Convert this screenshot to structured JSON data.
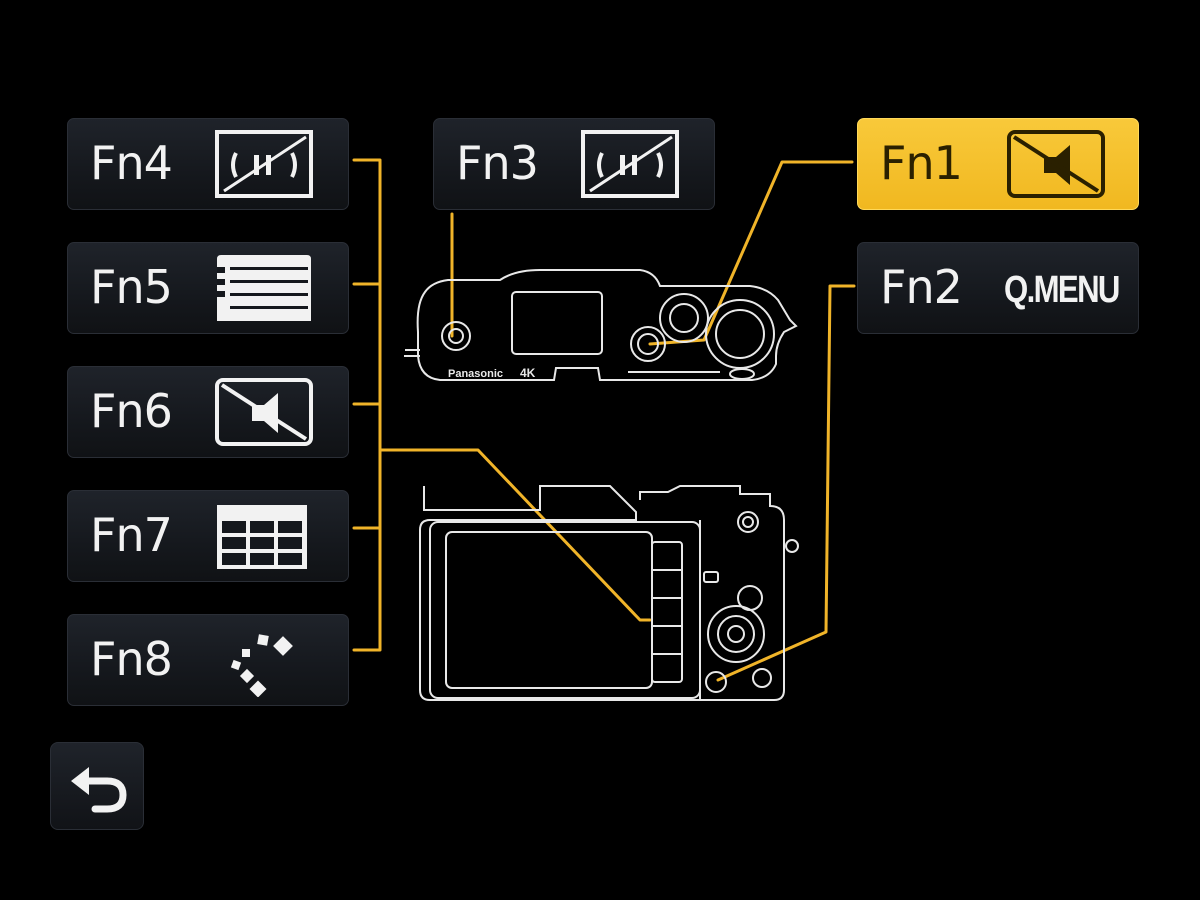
{
  "buttons": {
    "fn1": {
      "label": "Fn1",
      "icon": "silent-mode-icon",
      "selected": true
    },
    "fn2": {
      "label": "Fn2",
      "icon_text": "Q.MENU",
      "selected": false
    },
    "fn3": {
      "label": "Fn3",
      "icon": "wifi-off-icon",
      "selected": false
    },
    "fn4": {
      "label": "Fn4",
      "icon": "wifi-off-icon",
      "selected": false
    },
    "fn5": {
      "label": "Fn5",
      "icon": "list-menu-icon",
      "selected": false
    },
    "fn6": {
      "label": "Fn6",
      "icon": "silent-mode-icon",
      "selected": false
    },
    "fn7": {
      "label": "Fn7",
      "icon": "grid-icon",
      "selected": false
    },
    "fn8": {
      "label": "Fn8",
      "icon": "dots-spiral-icon",
      "selected": false
    }
  },
  "camera_diagram": {
    "brand": "Panasonic",
    "badge": "4K"
  },
  "back": {
    "icon": "return-arrow-icon"
  },
  "colors": {
    "accent": "#f1b820",
    "leader_line": "#f0b429",
    "button_bg": "#16191e",
    "text": "#f2f2f2"
  }
}
